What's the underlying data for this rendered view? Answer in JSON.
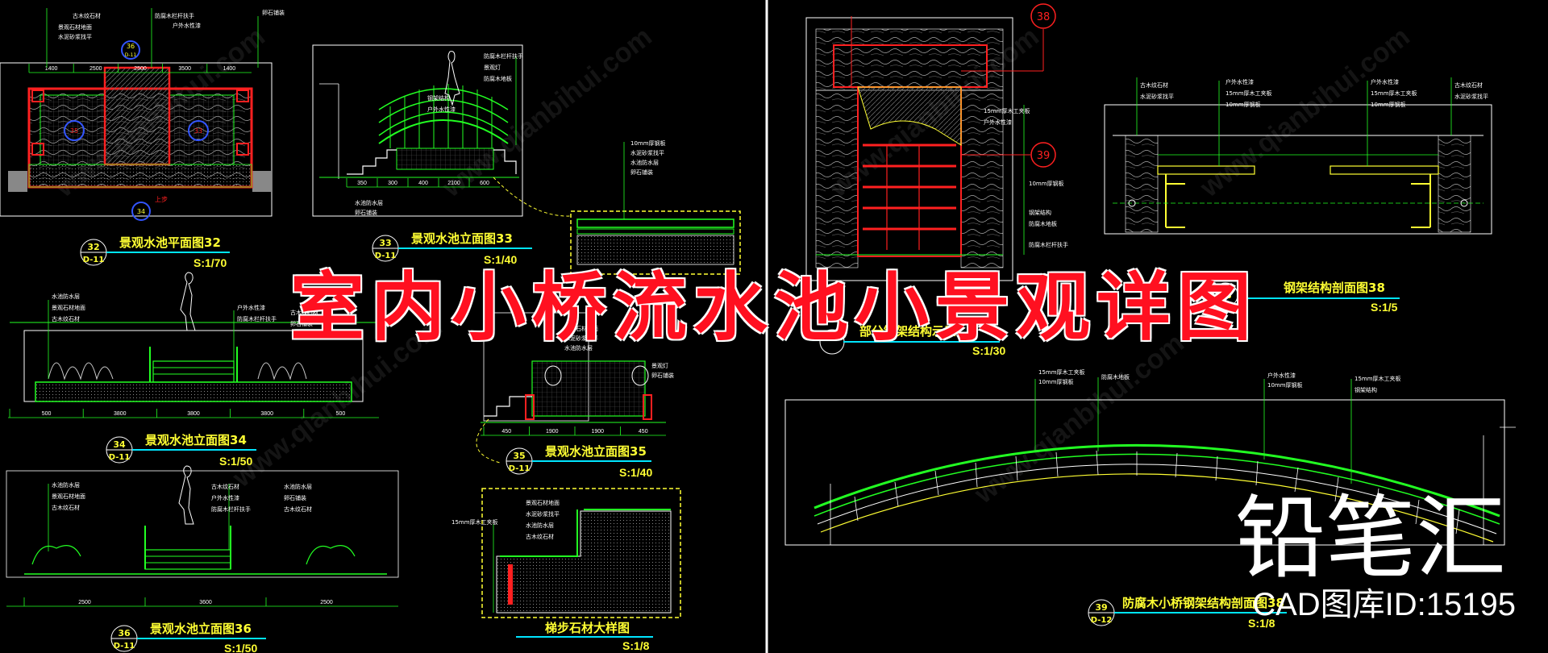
{
  "banner_title": "室内小桥流水池小景观详图",
  "brand_name": "铅笔汇",
  "library_id": "CAD图库ID:15195",
  "watermark_text": "www.qianbihui.com",
  "colors": {
    "background": "#000000",
    "title_red": "#ff1020",
    "label_yellow": "#ffff33",
    "line_green": "#22ff22",
    "line_red": "#ff2020",
    "line_white": "#ffffff",
    "bubble_blue": "#3355ff",
    "underline_cyan": "#00e5ff"
  },
  "drawings": {
    "d32": {
      "num": "32",
      "sheet": "D-11",
      "title": "景观水池平面图32",
      "scale": "S:1/70"
    },
    "d33": {
      "num": "33",
      "sheet": "D-11",
      "title": "景观水池立面图33",
      "scale": "S:1/40"
    },
    "d34": {
      "num": "34",
      "sheet": "D-11",
      "title": "景观水池立面图34",
      "scale": "S:1/50"
    },
    "d35": {
      "num": "35",
      "sheet": "D-11",
      "title": "景观水池立面图35",
      "scale": "S:1/40"
    },
    "d36": {
      "num": "36",
      "sheet": "D-11",
      "title": "景观水池立面图36",
      "scale": "S:1/50"
    },
    "stair": {
      "title": "梯步石材大样图",
      "scale": "S:1/8"
    },
    "d38": {
      "num": "38",
      "title": "钢架结构剖面图38",
      "scale": "S:1/5"
    },
    "d39": {
      "num": "39",
      "sheet": "D-12",
      "title": "防腐木小桥钢架结构剖面图38",
      "scale": "S:1/8"
    },
    "d37": {
      "title": "部分钢架结构示意",
      "scale": "S:1/30"
    }
  },
  "callouts": {
    "c38": "38",
    "c39": "39",
    "plan_marks": [
      "36",
      "D-11",
      "34",
      "35",
      "33",
      "上步"
    ]
  },
  "dimensions": {
    "plan32": [
      "1400",
      "2500",
      "2500",
      "3500",
      "1400"
    ],
    "elev34": [
      "500",
      "3800",
      "3800",
      "3800",
      "500"
    ],
    "elev35": [
      "450",
      "1900",
      "1900",
      "450"
    ],
    "elev36": [
      "2500",
      "3600",
      "2500"
    ],
    "elev33": [
      "350",
      "300",
      "400",
      "2100",
      "600"
    ]
  },
  "annotations": {
    "a1": "古木纹石材",
    "a2": "防腐木栏杆扶手",
    "a3": "景观石材地面",
    "a4": "水泥砂浆找平",
    "a5": "户外水性漆",
    "a6": "钢架结构",
    "a7": "防腐木地板",
    "a8": "景观灯",
    "a9": "卵石铺装",
    "a10": "水池防水层",
    "a11": "10mm厚钢板",
    "a12": "15mm厚木工夹板"
  }
}
